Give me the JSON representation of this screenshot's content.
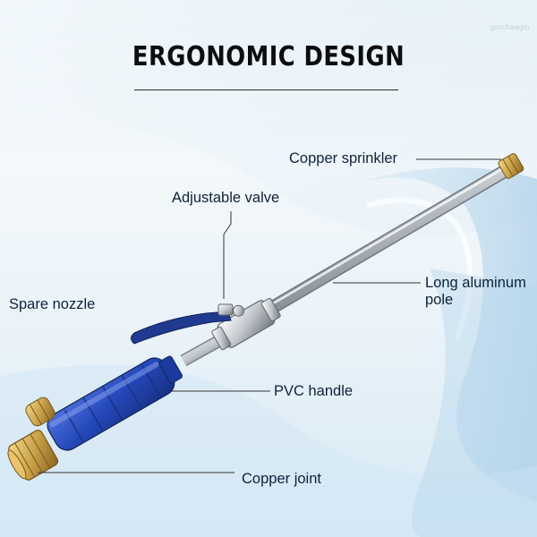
{
  "title": "ERGONOMIC DESIGN",
  "watermark": "gmchaagin",
  "labels": {
    "copper_sprinkler": "Copper sprinkler",
    "adjustable_valve": "Adjustable valve",
    "spare_nozzle": "Spare nozzle",
    "long_pole_line1": "Long aluminum",
    "long_pole_line2": "pole",
    "pvc_handle": "PVC handle",
    "copper_joint": "Copper joint"
  },
  "colors": {
    "title": "#0d0d0d",
    "label_text": "#0e2238",
    "handle_blue": "#2447b8",
    "brass": "#c9a24a",
    "pole_silver": "#c9ced3",
    "background": "#eaf3f9"
  }
}
